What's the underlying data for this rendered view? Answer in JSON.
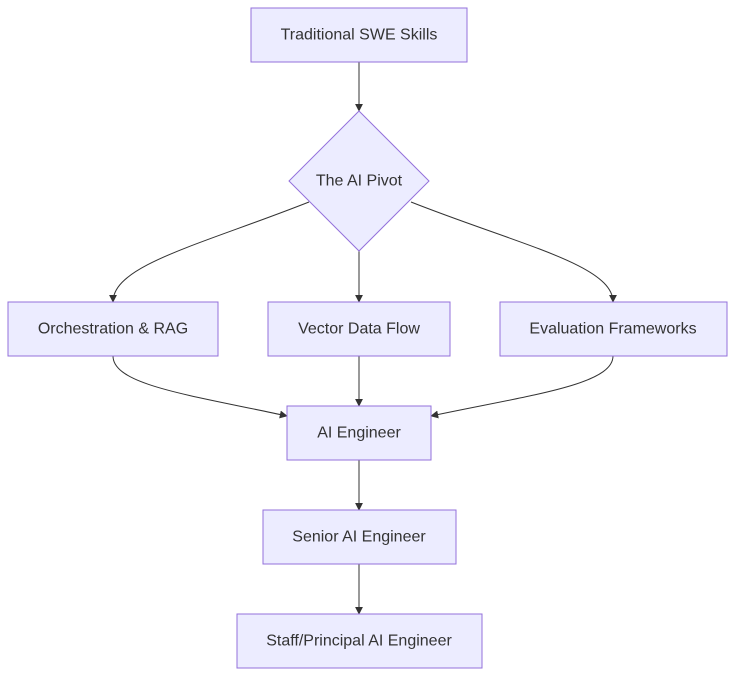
{
  "diagram": {
    "type": "flowchart",
    "direction": "top-down",
    "colors": {
      "node_fill": "#ECECFF",
      "node_stroke": "#9370DB",
      "edge": "#333333",
      "text": "#333333"
    },
    "nodes": [
      {
        "id": "swe",
        "label": "Traditional SWE Skills",
        "shape": "rect"
      },
      {
        "id": "pivot",
        "label": "The AI Pivot",
        "shape": "diamond"
      },
      {
        "id": "orch",
        "label": "Orchestration & RAG",
        "shape": "rect"
      },
      {
        "id": "vector",
        "label": "Vector Data Flow",
        "shape": "rect"
      },
      {
        "id": "eval",
        "label": "Evaluation Frameworks",
        "shape": "rect"
      },
      {
        "id": "aie",
        "label": "AI Engineer",
        "shape": "rect"
      },
      {
        "id": "senior",
        "label": "Senior AI Engineer",
        "shape": "rect"
      },
      {
        "id": "staff",
        "label": "Staff/Principal AI Engineer",
        "shape": "rect"
      }
    ],
    "edges": [
      {
        "from": "swe",
        "to": "pivot"
      },
      {
        "from": "pivot",
        "to": "orch"
      },
      {
        "from": "pivot",
        "to": "vector"
      },
      {
        "from": "pivot",
        "to": "eval"
      },
      {
        "from": "orch",
        "to": "aie"
      },
      {
        "from": "vector",
        "to": "aie"
      },
      {
        "from": "eval",
        "to": "aie"
      },
      {
        "from": "aie",
        "to": "senior"
      },
      {
        "from": "senior",
        "to": "staff"
      }
    ]
  }
}
